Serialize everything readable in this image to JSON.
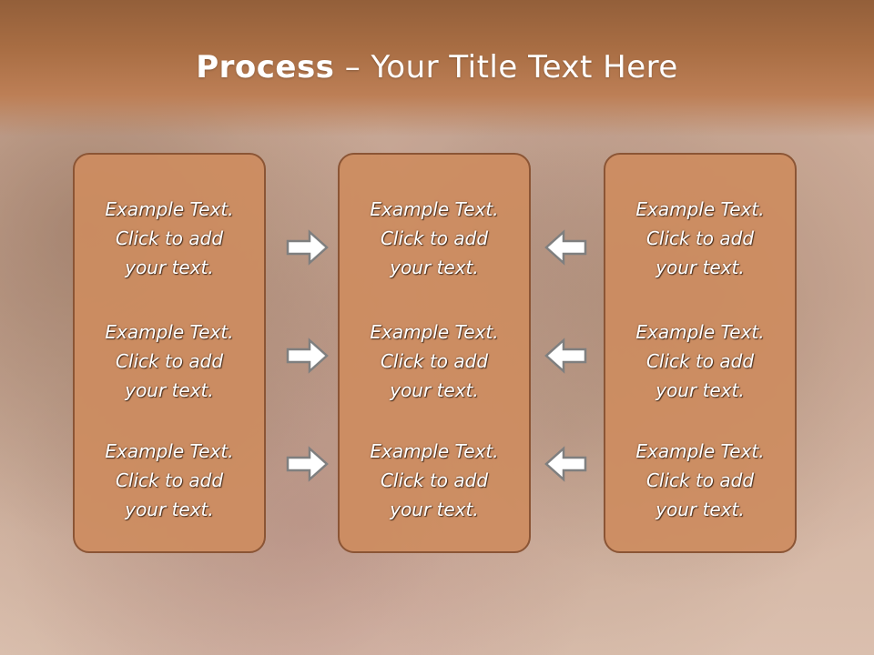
{
  "slide": {
    "title_bold": "Process",
    "title_rest": " – Your Title Text Here"
  },
  "columns": [
    {
      "items": [
        [
          "Example Text.",
          "Click  to add",
          "your text."
        ],
        [
          "Example Text.",
          "Click  to add",
          "your text."
        ],
        [
          "Example Text.",
          "Click  to add",
          "your text."
        ]
      ]
    },
    {
      "items": [
        [
          "Example Text.",
          "Click  to add",
          "your text."
        ],
        [
          "Example Text.",
          "Click  to add",
          "your text."
        ],
        [
          "Example Text.",
          "Click  to add",
          "your text."
        ]
      ]
    },
    {
      "items": [
        [
          "Example Text.",
          "Click  to add",
          "your text."
        ],
        [
          "Example Text.",
          "Click  to add",
          "your text."
        ],
        [
          "Example Text.",
          "Click  to add",
          "your text."
        ]
      ]
    }
  ],
  "arrows": {
    "left_group": "arrow-right-icon",
    "right_group": "arrow-left-icon",
    "fill_color": "#ffffff",
    "stroke_color": "#7f7f7f"
  },
  "colors": {
    "header": "#a86d43",
    "box_fill": "#cd8c5f",
    "box_border": "#8b5535"
  }
}
